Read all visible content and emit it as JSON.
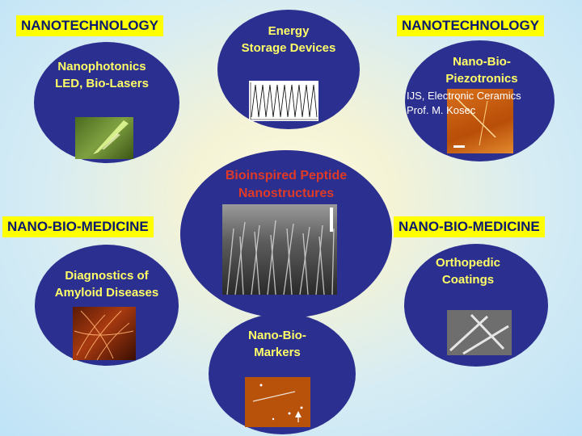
{
  "tags": {
    "nano_tl": "NANOTECHNOLOGY",
    "nano_tr": "NANOTECHNOLOGY",
    "med_l": "NANO-BIO-MEDICINE",
    "med_r": "NANO-BIO-MEDICINE"
  },
  "nodes": {
    "energy": "Energy\nStorage Devices",
    "photonics": "Nanophotonics\nLED, Bio-Lasers",
    "piezo": "Nano-Bio-\nPiezotronics",
    "piezo_line1": "IJS, Electronic Ceramics",
    "piezo_line2": "Prof. M. Kosec",
    "center": "Bioinspired Peptide\nNanostructures",
    "diagnostics": "Diagnostics of\nAmyloid Diseases",
    "ortho": "Orthopedic\nCoatings",
    "markers": "Nano-Bio-\nMarkers"
  },
  "colors": {
    "circle": "#2b2f8f",
    "label": "#ffff66",
    "center_label": "#e03a26",
    "tag_bg": "#ffff00",
    "tag_text": "#0a1a6e"
  }
}
